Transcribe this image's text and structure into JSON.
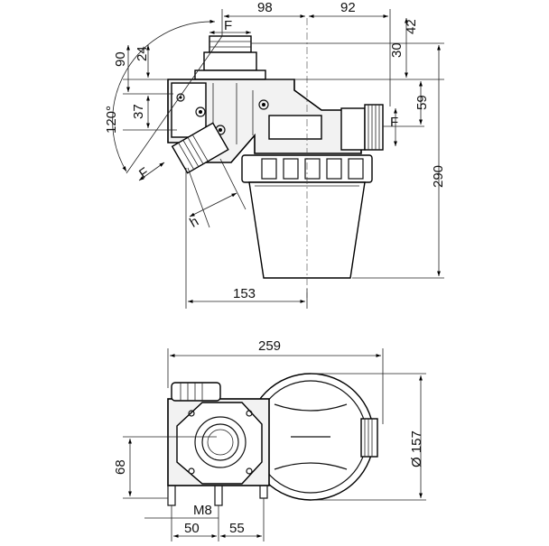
{
  "drawing": {
    "side_view": {
      "dimensions": {
        "top_left": "98",
        "top_right": "92",
        "right_42": "42",
        "right_30": "30",
        "right_59": "59",
        "right_290": "290",
        "left_90": "90",
        "left_24": "24",
        "left_37": "37",
        "angle_120": "120°",
        "bottom_153": "153"
      },
      "labels": {
        "thread_top": "F",
        "thread_right": "F",
        "thread_left": "F",
        "height_h": "h"
      }
    },
    "top_view": {
      "dimensions": {
        "width_259": "259",
        "diameter_157": "Ø 157",
        "height_68": "68",
        "bolt_m8": "M8",
        "dist_50": "50",
        "dist_55": "55"
      }
    }
  }
}
